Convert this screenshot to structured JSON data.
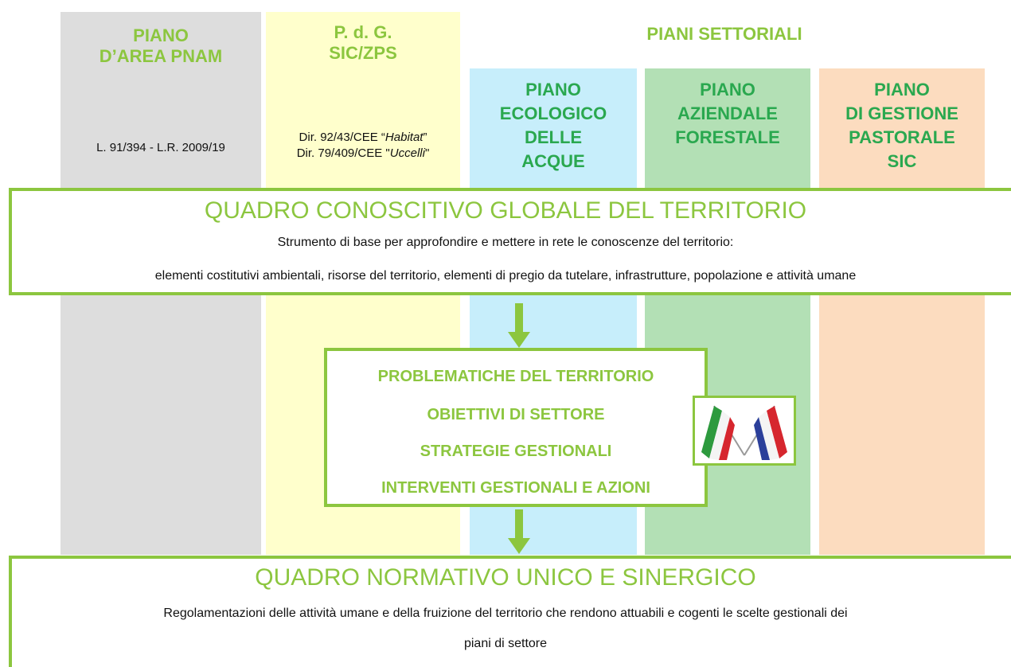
{
  "columns": {
    "pnam": {
      "title_line1": "PIANO",
      "title_line2": "D’AREA PNAM",
      "reference": "L. 91/394 - L.R. 2009/19"
    },
    "pdg": {
      "title_line1": "P. d. G.",
      "title_line2": "SIC/ZPS",
      "ref_line1_prefix": "Dir. 92/43/CEE “",
      "ref_line1_italic": "Habitat",
      "ref_line1_suffix": "”",
      "ref_line2_prefix": "Dir. 79/409/CEE \"",
      "ref_line2_italic": "Uccelli",
      "ref_line2_suffix": "\""
    },
    "settoriali_title": "PIANI SETTORIALI",
    "ecologico": [
      "PIANO",
      "ECOLOGICO",
      "DELLE",
      "ACQUE"
    ],
    "aziendale": [
      "PIANO",
      "AZIENDALE",
      "FORESTALE"
    ],
    "pastorale": [
      "PIANO",
      "DI GESTIONE",
      "PASTORALE",
      "SIC"
    ]
  },
  "quadro": {
    "title": "QUADRO CONOSCITIVO GLOBALE DEL TERRITORIO",
    "line1": "Strumento di base per approfondire e mettere in rete le conoscenze del territorio:",
    "line2": "elementi costitutivi ambientali, risorse del territorio, elementi di pregio da tutelare, infrastrutture, popolazione e attività umane"
  },
  "process": {
    "items": [
      "PROBLEMATICHE DEL TERRITORIO",
      "OBIETTIVI DI SETTORE",
      "STRATEGIE GESTIONALI",
      "INTERVENTI GESTIONALI E AZIONI"
    ]
  },
  "normativo": {
    "title": "QUADRO NORMATIVO UNICO E SINERGICO",
    "line1": "Regolamentazioni delle attività umane e della fruizione del territorio che rendono attuabili e cogenti le scelte gestionali dei",
    "line2": "piani di settore"
  },
  "colors": {
    "accent_green": "#8cc63f",
    "dark_green": "#2aa84f",
    "gray": "#dddddd",
    "yellow": "#ffffcc",
    "blue": "#c7eefb",
    "green": "#b3e0b5",
    "orange": "#fcdcbf"
  },
  "icons": {
    "arrow": "down-arrow-icon",
    "flags": "italy-france-flags-icon"
  }
}
